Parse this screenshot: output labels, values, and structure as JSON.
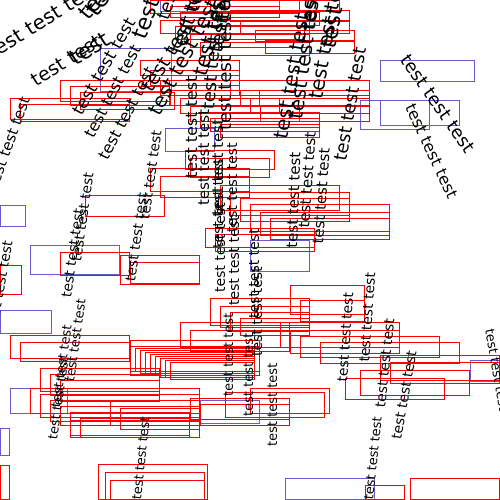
{
  "word": "test",
  "label_text": {
    "single": "test",
    "double": "test test",
    "triple": "test test test"
  },
  "colors": {
    "background": "#ffffff",
    "text": "#000000",
    "box_red": "#ff0000",
    "box_blue": "#6a5acd"
  }
}
